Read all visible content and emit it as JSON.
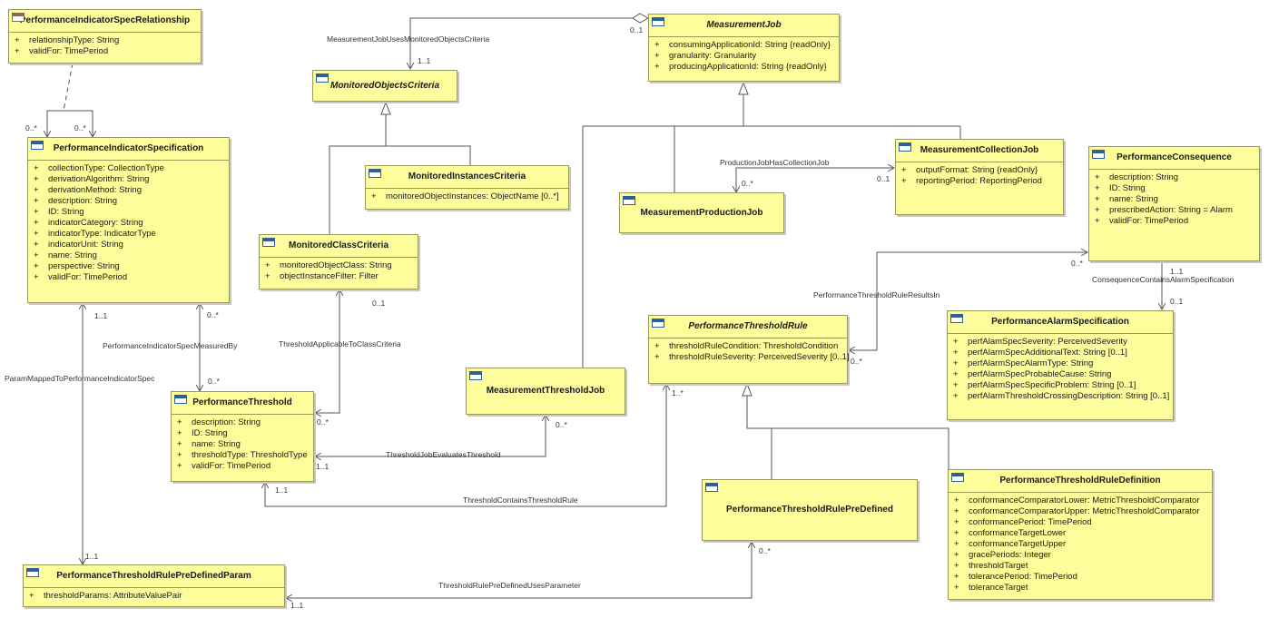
{
  "classes": {
    "pisr": {
      "name": "PerformanceIndicatorSpecRelationship",
      "attrs": [
        [
          "+",
          "relationshipType: String"
        ],
        [
          "+",
          "validFor: TimePeriod"
        ]
      ]
    },
    "pis": {
      "name": "PerformanceIndicatorSpecification",
      "attrs": [
        [
          "+",
          "collectionType: CollectionType"
        ],
        [
          "+",
          "derivationAlgorithm: String"
        ],
        [
          "+",
          "derivationMethod: String"
        ],
        [
          "+",
          "description: String"
        ],
        [
          "+",
          "ID: String"
        ],
        [
          "+",
          "indicatorCategory: String"
        ],
        [
          "+",
          "indicatorType: IndicatorType"
        ],
        [
          "+",
          "indicatorUnit: String"
        ],
        [
          "+",
          "name: String"
        ],
        [
          "+",
          "perspective: String"
        ],
        [
          "+",
          "validFor: TimePeriod"
        ]
      ]
    },
    "moc": {
      "name": "MonitoredObjectsCriteria",
      "attrs": []
    },
    "mic": {
      "name": "MonitoredInstancesCriteria",
      "attrs": [
        [
          "+",
          "monitoredObjectInstances: ObjectName [0..*]"
        ]
      ]
    },
    "mcc": {
      "name": "MonitoredClassCriteria",
      "attrs": [
        [
          "+",
          "monitoredObjectClass: String"
        ],
        [
          "+",
          "objectInstanceFilter: Filter"
        ]
      ]
    },
    "mj": {
      "name": "MeasurementJob",
      "attrs": [
        [
          "+",
          "consumingApplicationId: String {readOnly}"
        ],
        [
          "+",
          "granularity: Granularity"
        ],
        [
          "+",
          "producingApplicationId: String {readOnly}"
        ]
      ]
    },
    "mcj": {
      "name": "MeasurementCollectionJob",
      "attrs": [
        [
          "+",
          "outputFormat: String {readOnly}"
        ],
        [
          "+",
          "reportingPeriod: ReportingPeriod"
        ]
      ]
    },
    "mpj": {
      "name": "MeasurementProductionJob",
      "attrs": []
    },
    "pc": {
      "name": "PerformanceConsequence",
      "attrs": [
        [
          "+",
          "description: String"
        ],
        [
          "+",
          "ID: String"
        ],
        [
          "+",
          "name: String"
        ],
        [
          "+",
          "prescribedAction: String = Alarm"
        ],
        [
          "+",
          "validFor: TimePeriod"
        ]
      ]
    },
    "pas": {
      "name": "PerformanceAlarmSpecification",
      "attrs": [
        [
          "+",
          "perfAlamSpecSeverity: PerceivedSeverity"
        ],
        [
          "+",
          "perfAlarmSpecAdditionalText: String [0..1]"
        ],
        [
          "+",
          "perfAlarmSpecAlarmType: String"
        ],
        [
          "+",
          "perfAlarmSpecProbableCause: String"
        ],
        [
          "+",
          "perfAlarmSpecSpecificProblem: String [0..1]"
        ],
        [
          "+",
          "perfAlarmThresholdCrossingDescription: String [0..1]"
        ]
      ]
    },
    "ptr": {
      "name": "PerformanceThresholdRule",
      "attrs": [
        [
          "+",
          "thresholdRuleCondition: ThresholdCondition"
        ],
        [
          "+",
          "thresholdRuleSeverity: PerceivedSeverity [0..1]"
        ]
      ]
    },
    "mtj": {
      "name": "MeasurementThresholdJob",
      "attrs": []
    },
    "pt": {
      "name": "PerformanceThreshold",
      "attrs": [
        [
          "+",
          "description: String"
        ],
        [
          "+",
          "ID: String"
        ],
        [
          "+",
          "name: String"
        ],
        [
          "+",
          "thresholdType: ThresholdType"
        ],
        [
          "+",
          "validFor: TimePeriod"
        ]
      ]
    },
    "ptrpd": {
      "name": "PerformanceThresholdRulePreDefined",
      "attrs": []
    },
    "ptrd": {
      "name": "PerformanceThresholdRuleDefinition",
      "attrs": [
        [
          "+",
          "conformanceComparatorLower: MetricThresholdComparator"
        ],
        [
          "+",
          "conformanceComparatorUpper: MetricThresholdComparator"
        ],
        [
          "+",
          "conformancePeriod: TimePeriod"
        ],
        [
          "+",
          "conformanceTargetLower"
        ],
        [
          "+",
          "conformanceTargetUpper"
        ],
        [
          "+",
          "gracePeriods: Integer"
        ],
        [
          "+",
          "thresholdTarget"
        ],
        [
          "+",
          "tolerancePeriod: TimePeriod"
        ],
        [
          "+",
          "toleranceTarget"
        ]
      ]
    },
    "ptrpdp": {
      "name": "PerformanceThresholdRulePreDefinedParam",
      "attrs": [
        [
          "+",
          "thresholdParams: AttributeValuePair"
        ]
      ]
    }
  },
  "assoc_labels": {
    "mjumoc": "MeasurementJobUsesMonitoredObjectsCriteria",
    "pjhcj": "ProductionJobHasCollectionJob",
    "ptrri": "PerformanceThresholdRuleResultsIn",
    "ccas": "ConsequenceContainsAlarmSpecification",
    "pismb": "PerformanceIndicatorSpecMeasuredBy",
    "tatcc": "ThresholdApplicableToClassCriteria",
    "pmtpis": "ParamMappedToPerformanceIndicatorSpec",
    "tjet": "ThresholdJobEvaluatesThreshold",
    "tctr": "ThresholdContainsThresholdRule",
    "trpdup": "ThresholdRulePreDefinedUsesParameter"
  },
  "multiplicities": {
    "m1": "0..1",
    "m2": "1..1",
    "m3": "0..*",
    "m4": "0..*",
    "m5": "0..*",
    "m6": "0..1",
    "m7": "0..*",
    "m8": "1..1",
    "m9": "0..1",
    "m10": "1..1",
    "m11": "0..*",
    "m12": "0..*",
    "m13": "0..1",
    "m14": "0..*",
    "m15": "1..1",
    "m16": "0..*",
    "m17": "1..*",
    "m18": "1..1",
    "m19": "1..1",
    "m20": "0..*",
    "m21": "0..*",
    "m22": "1..1"
  },
  "colors": {
    "class_fill": "#fdfd9c",
    "class_border": "#9a9a50",
    "line": "#555555",
    "icon": "#2d5f9c"
  }
}
